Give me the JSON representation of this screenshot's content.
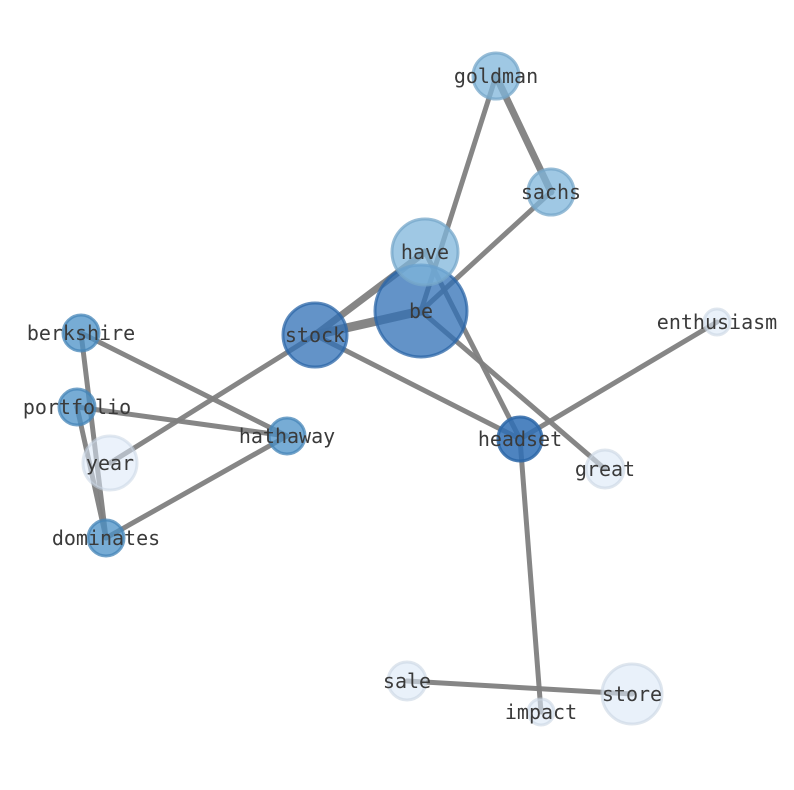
{
  "graph": {
    "nodes": [
      {
        "id": "be",
        "label": "be",
        "color": "#2f6fb5"
      },
      {
        "id": "stock",
        "label": "stock",
        "color": "#2f6fb5"
      },
      {
        "id": "have",
        "label": "have",
        "color": "#7fb5db"
      },
      {
        "id": "goldman",
        "label": "goldman",
        "color": "#7fb5db"
      },
      {
        "id": "sachs",
        "label": "sachs",
        "color": "#7fb5db"
      },
      {
        "id": "headset",
        "label": "headset",
        "color": "#2f6fb5"
      },
      {
        "id": "enthusiasm",
        "label": "enthusiasm",
        "color": "#dbe8f7"
      },
      {
        "id": "great",
        "label": "great",
        "color": "#dbe8f7"
      },
      {
        "id": "berkshire",
        "label": "berkshire",
        "color": "#4a90c7"
      },
      {
        "id": "portfolio",
        "label": "portfolio",
        "color": "#4a90c7"
      },
      {
        "id": "hathaway",
        "label": "hathaway",
        "color": "#4a90c7"
      },
      {
        "id": "year",
        "label": "year",
        "color": "#dbe8f7"
      },
      {
        "id": "dominates",
        "label": "dominates",
        "color": "#4a90c7"
      },
      {
        "id": "sale",
        "label": "sale",
        "color": "#dbe8f7"
      },
      {
        "id": "store",
        "label": "store",
        "color": "#dbe8f7"
      },
      {
        "id": "impact",
        "label": "impact",
        "color": "#dbe8f7"
      }
    ],
    "edges": [
      {
        "source": "stock",
        "target": "be",
        "weight": 3
      },
      {
        "source": "stock",
        "target": "have",
        "weight": 2
      },
      {
        "source": "goldman",
        "target": "sachs",
        "weight": 2
      },
      {
        "source": "goldman",
        "target": "be",
        "weight": 1
      },
      {
        "source": "sachs",
        "target": "be",
        "weight": 1
      },
      {
        "source": "have",
        "target": "headset",
        "weight": 1
      },
      {
        "source": "be",
        "target": "great",
        "weight": 1
      },
      {
        "source": "stock",
        "target": "headset",
        "weight": 1
      },
      {
        "source": "stock",
        "target": "year",
        "weight": 1
      },
      {
        "source": "headset",
        "target": "enthusiasm",
        "weight": 1
      },
      {
        "source": "headset",
        "target": "impact",
        "weight": 1
      },
      {
        "source": "sale",
        "target": "store",
        "weight": 1
      },
      {
        "source": "berkshire",
        "target": "hathaway",
        "weight": 1
      },
      {
        "source": "berkshire",
        "target": "dominates",
        "weight": 1
      },
      {
        "source": "portfolio",
        "target": "hathaway",
        "weight": 1
      },
      {
        "source": "portfolio",
        "target": "dominates",
        "weight": 1
      },
      {
        "source": "dominates",
        "target": "hathaway",
        "weight": 1
      }
    ]
  }
}
